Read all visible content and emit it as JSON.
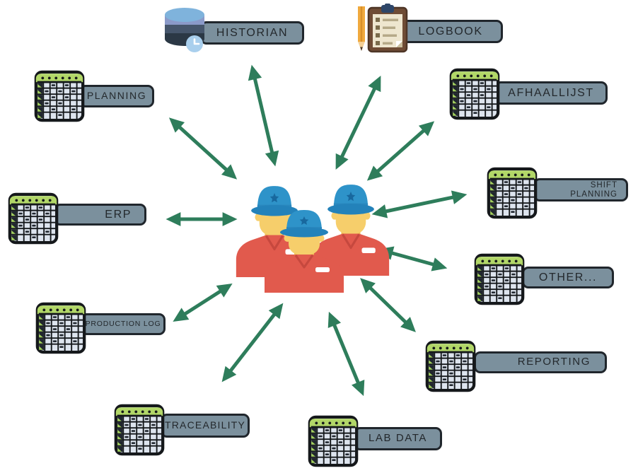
{
  "diagram": {
    "type": "hub-and-spoke",
    "description_visible_text_only": true,
    "center": {
      "name": "operators",
      "icon": "workers-icon"
    },
    "nodes": {
      "historian": {
        "label": "HISTORIAN",
        "icon": "database-clock-icon"
      },
      "logbook": {
        "label": "LOGBOOK",
        "icon": "clipboard-pencil-icon"
      },
      "planning": {
        "label": "PLANNING",
        "icon": "spreadsheet-icon"
      },
      "afhaallijst": {
        "label": "AFHAALLIJST",
        "icon": "spreadsheet-icon"
      },
      "erp": {
        "label": "ERP",
        "icon": "spreadsheet-icon"
      },
      "shift_planningections": null,
      "shift_planning": {
        "label": "SHIFT\nPLANNING",
        "icon": "spreadsheet-icon"
      },
      "other": {
        "label": "OTHER...",
        "icon": "spreadsheet-icon"
      },
      "production_log": {
        "label": "PRODUCTION LOG",
        "icon": "spreadsheet-icon"
      },
      "reporting": {
        "label": "REPORTING",
        "icon": "spreadsheet-icon"
      },
      "traceability": {
        "label": "TRACEABILITY",
        "icon": "spreadsheet-icon"
      },
      "lab_data": {
        "label": "LAB DATA",
        "icon": "spreadsheet-icon"
      }
    },
    "connections": [
      {
        "from": "operators",
        "to": "historian",
        "bidirectional": true
      },
      {
        "from": "operators",
        "to": "logbook",
        "bidirectional": true
      },
      {
        "from": "operators",
        "to": "planning",
        "bidirectional": true
      },
      {
        "from": "operators",
        "to": "afhaallijst",
        "bidirectional": true
      },
      {
        "from": "operators",
        "to": "erp",
        "bidirectional": true
      },
      {
        "from": "operators",
        "to": "shift_planning",
        "bidirectional": true
      },
      {
        "from": "operators",
        "to": "other",
        "bidirectional": true
      },
      {
        "from": "operators",
        "to": "production_log",
        "bidirectional": true
      },
      {
        "from": "operators",
        "to": "reporting",
        "bidirectional": true
      },
      {
        "from": "operators",
        "to": "traceability",
        "bidirectional": true
      },
      {
        "from": "operators",
        "to": "lab_data",
        "bidirectional": true
      }
    ],
    "colors": {
      "arrow": "#2e7d5b",
      "pill_background": "#7b909d",
      "pill_border": "#20262c",
      "pill_text": "#23282c",
      "sheet_header_green": "#b2d768",
      "sheet_cell": "#dde4ee",
      "sheet_dark": "#20262e",
      "cap_blue": "#2e93c9",
      "cap_brim_blue": "#2382ba",
      "skin": "#f6ce6b",
      "shirt_red": "#e15a4d",
      "db_top_blue": "#7fb3dc",
      "db_periwinkle": "#8b9ac9",
      "db_dark": "#2b3845",
      "clock_blue": "#a9cfed",
      "clipboard_brown": "#6f4c35",
      "paper_cream": "#eee6cf",
      "pencil_orange": "#f0a93d",
      "background": "#ffffff"
    }
  }
}
